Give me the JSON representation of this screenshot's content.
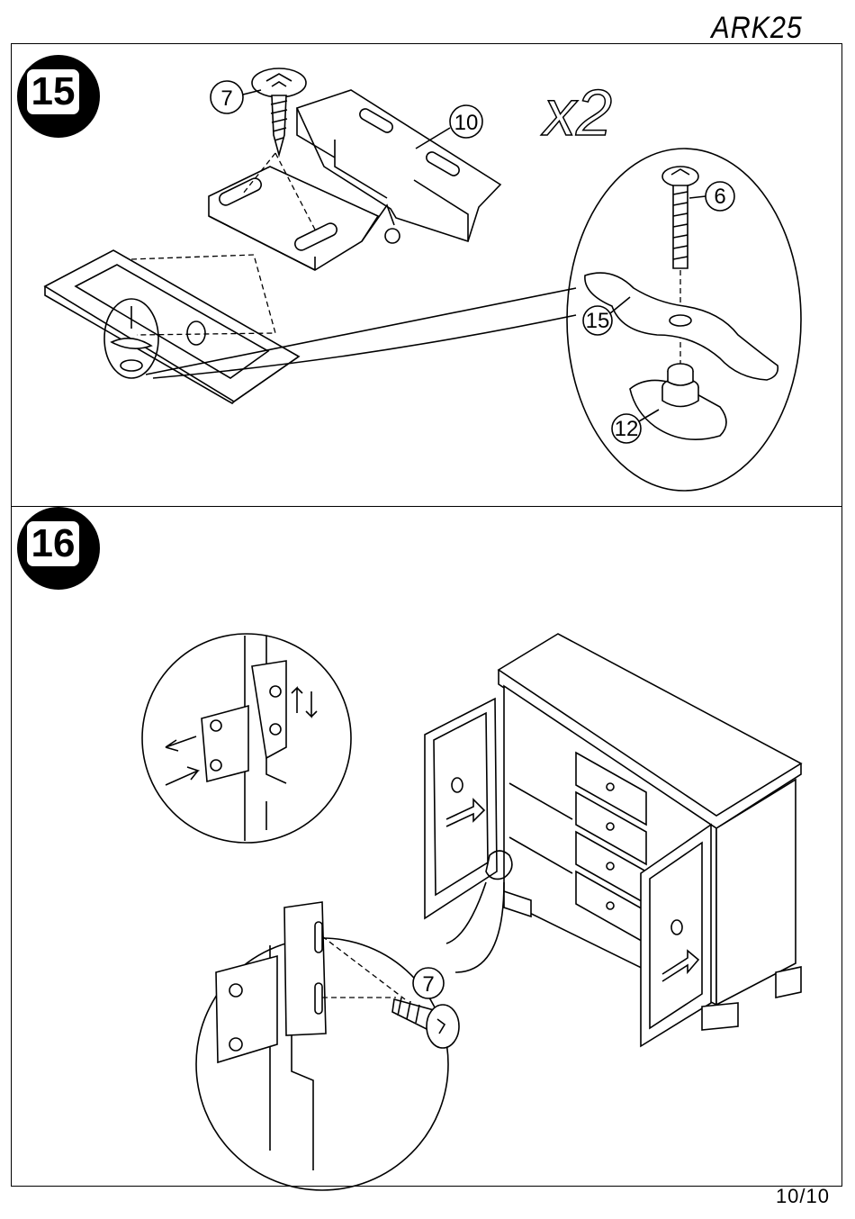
{
  "document_code": "ARK25",
  "page_number": "10/10",
  "steps": [
    {
      "number": "15",
      "quantity": "x2",
      "callouts": [
        "7",
        "10",
        "6",
        "15",
        "12"
      ]
    },
    {
      "number": "16",
      "callouts": [
        "7"
      ]
    }
  ]
}
